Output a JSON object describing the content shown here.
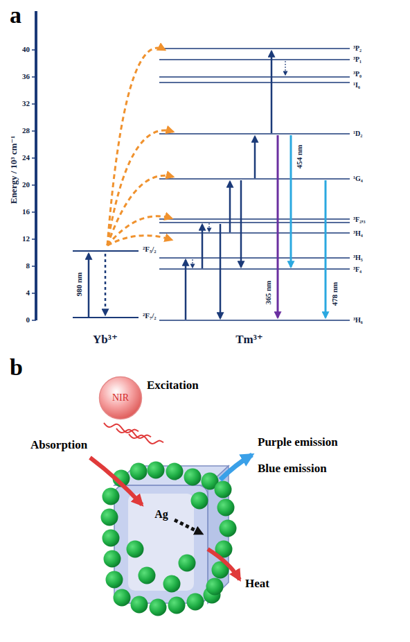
{
  "diagram": {
    "nodes": [
      {
        "text": [
          "NIR"
        ]
      }
    ],
    "labels": [
      "a",
      "Energy / 10³ cm⁻¹",
      "0",
      "4",
      "8",
      "12",
      "16",
      "20",
      "24",
      "28",
      "32",
      "36",
      "40",
      "²F₅/₂",
      "²F₇/₂",
      "980 nm",
      "³P₂",
      "³P₁",
      "³P₀",
      "¹I₆",
      "¹D₂",
      "¹G₄",
      "³F₂,₃",
      "³H₄",
      "³H₅",
      "³F₄",
      "³H₆",
      "454 nm",
      "365 nm",
      "478 nm",
      "Yb³⁺",
      "Tm³⁺",
      "b",
      "Excitation",
      "Absorption",
      "Ag",
      "Purple emission",
      "Blue emission",
      "Heat"
    ]
  }
}
